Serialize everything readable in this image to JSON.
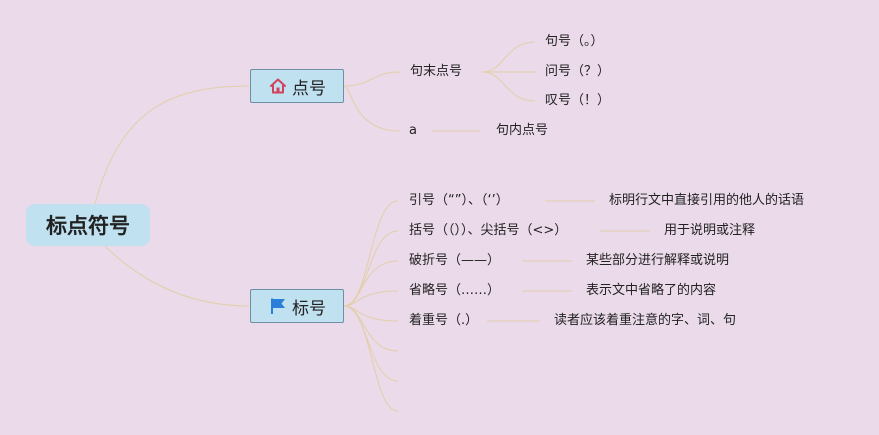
{
  "root": {
    "label": "标点符号"
  },
  "branches": [
    {
      "label": "点号",
      "icon": "home-icon",
      "children": [
        {
          "label": "句末点号",
          "children": [
            "句号（。）",
            "问号（？）",
            "叹号（！）"
          ]
        },
        {
          "label": "a",
          "children": [
            "句内点号"
          ]
        }
      ]
    },
    {
      "label": "标号",
      "icon": "flag-icon",
      "children": [
        {
          "label": "引号（“”）、（‘’）",
          "detail": "标明行文中直接引用的他人的话语"
        },
        {
          "label": "括号（（））、尖括号（<>）",
          "detail": "用于说明或注释"
        },
        {
          "label": "破折号（——）",
          "detail": "某些部分进行解释或说明"
        },
        {
          "label": "省略号（……）",
          "detail": "表示文中省略了的内容"
        },
        {
          "label": "着重号（.）",
          "detail": "读者应该着重注意的字、词、句"
        }
      ]
    }
  ],
  "colors": {
    "background": "#eadaea",
    "topic_fill": "#bfe1f0",
    "topic_border": "#6f8fa6",
    "connector": "#e2cfa9",
    "home_icon": "#d2425f",
    "flag_icon": "#2b7fd8"
  }
}
